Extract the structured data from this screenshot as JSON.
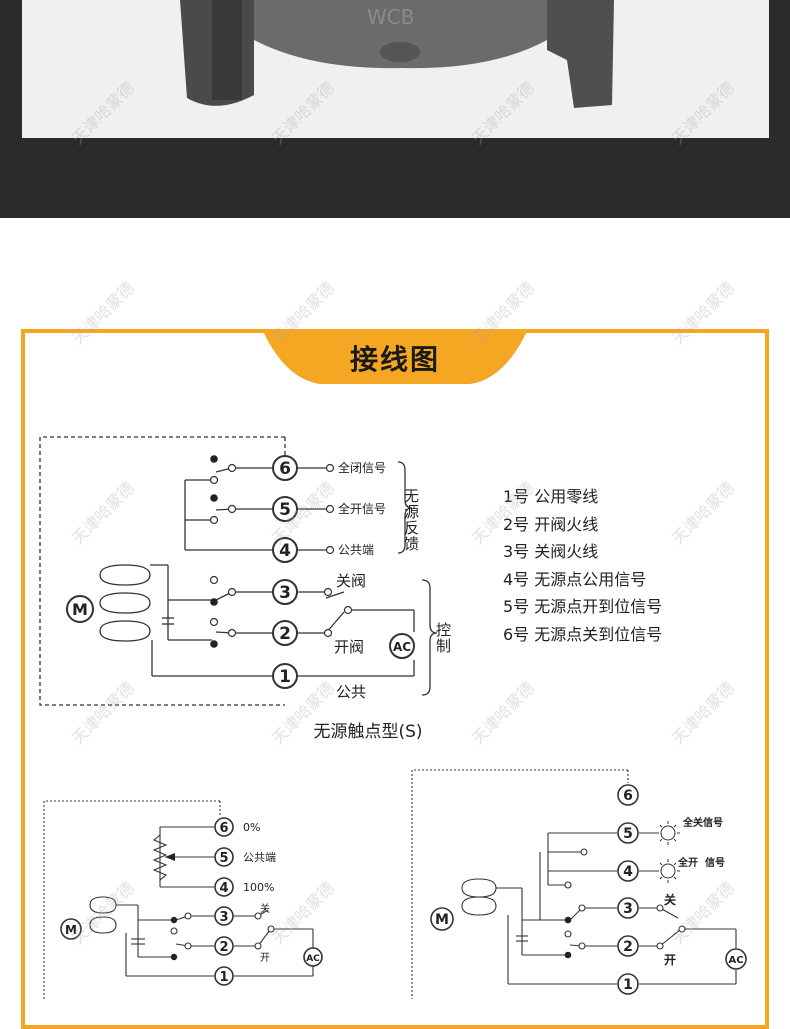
{
  "photo": {
    "casting_text": "WCB"
  },
  "section": {
    "title": "接线图"
  },
  "main_diagram": {
    "caption": "无源触点型(S)",
    "terminals": [
      "6",
      "5",
      "4",
      "3",
      "2",
      "1"
    ],
    "label_t6": "全闭信号",
    "label_t5": "全开信号",
    "label_t4": "公共端",
    "group_feedback": "无源反馈",
    "label_close": "关阀",
    "label_open": "开阀",
    "label_common": "公共",
    "group_control": "控制",
    "motor": "M",
    "ac": "AC"
  },
  "legend": [
    "1号  公用零线",
    "2号  开阀火线",
    "3号  关阀火线",
    "4号  无源点公用信号",
    "5号  无源点开到位信号",
    "6号  无源点关到位信号"
  ],
  "left_diagram": {
    "label_t6": "0%",
    "label_t5": "公共端",
    "label_t4": "100%",
    "label_close": "关",
    "label_open": "开",
    "motor": "M",
    "ac": "AC"
  },
  "right_diagram": {
    "label_t5": "全关信号",
    "label_t4_a": "全开",
    "label_t4_b": "信号",
    "label_close": "关",
    "label_open": "开",
    "motor": "M",
    "ac": "AC"
  },
  "watermark": "天津哈蒙德",
  "colors": {
    "accent": "#f5a623",
    "dark_band": "#2b2b2b",
    "line": "#333333"
  }
}
